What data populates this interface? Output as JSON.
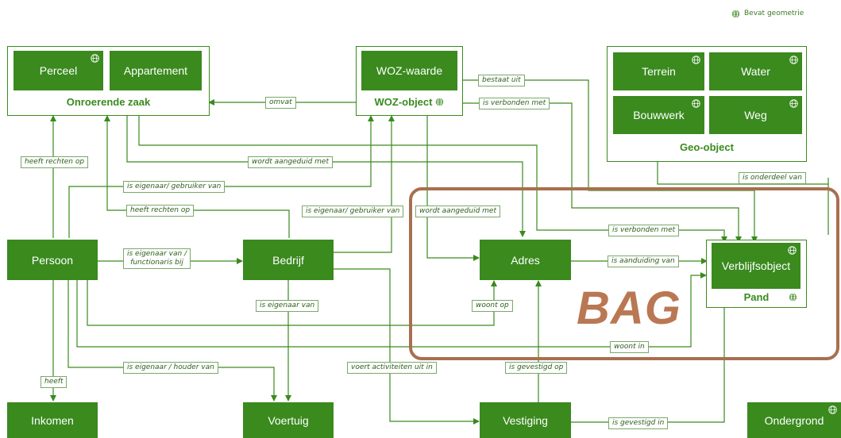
{
  "legend": {
    "label": "Bevat geometrie",
    "icon": "globe-icon"
  },
  "groups": {
    "onroerende_zaak": "Onroerende zaak",
    "woz_object": "WOZ-object",
    "geo_object": "Geo-object",
    "pand": "Pand",
    "bag": "BAG"
  },
  "nodes": {
    "perceel": "Perceel",
    "appartement": "Appartement",
    "woz_waarde": "WOZ-waarde",
    "terrein": "Terrein",
    "water": "Water",
    "bouwwerk": "Bouwwerk",
    "weg": "Weg",
    "persoon": "Persoon",
    "bedrijf": "Bedrijf",
    "adres": "Adres",
    "verblijfsobject": "Verblijfsobject",
    "inkomen": "Inkomen",
    "voertuig": "Voertuig",
    "vestiging": "Vestiging",
    "ondergrond": "Ondergrond"
  },
  "edges": {
    "bestaat_uit": "bestaat uit",
    "omvat": "omvat",
    "is_verbonden_met_1": "is verbonden met",
    "heeft_rechten_op_1": "heeft rechten op",
    "wordt_aangeduid_met_1": "wordt aangeduid met",
    "is_onderdeel_van": "is onderdeel van",
    "is_eigenaar_gebruiker_van_1": "is eigenaar/ gebruiker van",
    "heeft_rechten_op_2": "heeft rechten op",
    "is_eigenaar_gebruiker_van_2": "is eigenaar/ gebruiker van",
    "wordt_aangeduid_met_2": "wordt aangeduid met",
    "is_verbonden_met_2": "is verbonden met",
    "is_eigenaar_van_functionaris_bij_1": "is eigenaar van /",
    "is_eigenaar_van_functionaris_bij_2": "functionaris bij",
    "is_aanduiding_van": "is aanduiding van",
    "is_eigenaar_van": "is eigenaar van",
    "woont_op": "woont op",
    "woont_in": "woont in",
    "heeft": "heeft",
    "is_eigenaar_houder_van": "is eigenaar / houder van",
    "voert_activiteiten_uit_in": "voert activiteiten uit in",
    "is_gevestigd_op": "is gevestigd op",
    "is_gevestigd_in": "is gevestigd in"
  },
  "colors": {
    "green": "#3a8a1e",
    "line": "#3a8a1e",
    "bag": "#a86f4f"
  }
}
